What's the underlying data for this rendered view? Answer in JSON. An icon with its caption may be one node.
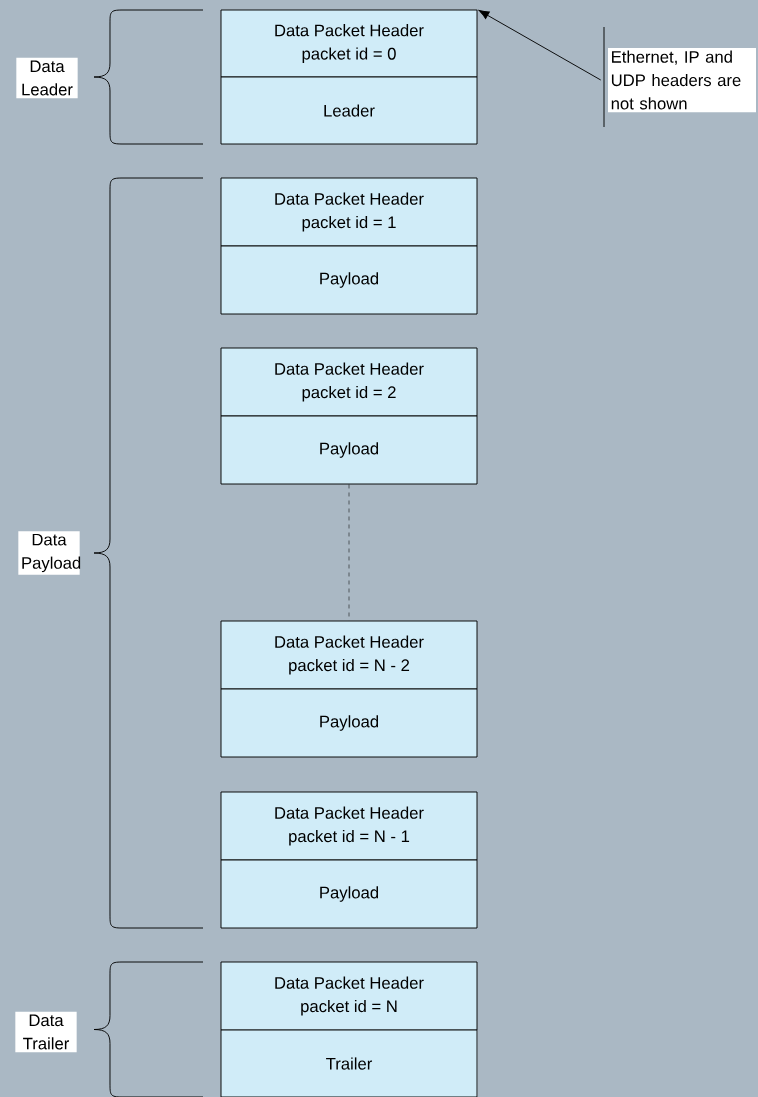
{
  "diagram": {
    "nodes": [
      {
        "text": [
          "Data Packet Header",
          "packet id = 0"
        ]
      },
      {
        "text": [
          "Leader"
        ]
      },
      {
        "text": [
          "Data Packet Header",
          "packet id = 1"
        ]
      },
      {
        "text": [
          "Payload"
        ]
      },
      {
        "text": [
          "Data Packet Header",
          "packet id = 2"
        ]
      },
      {
        "text": [
          "Payload"
        ]
      },
      {
        "text": [
          "Data Packet Header",
          "packet id = N - 2"
        ]
      },
      {
        "text": [
          "Payload"
        ]
      },
      {
        "text": [
          "Data Packet Header",
          "packet id = N - 1"
        ]
      },
      {
        "text": [
          "Payload"
        ]
      },
      {
        "text": [
          "Data Packet Header",
          "packet id = N"
        ]
      },
      {
        "text": [
          "Trailer"
        ]
      },
      {
        "text": [
          "Ethernet, IP and UDP headers are not shown"
        ]
      },
      {
        "text": [
          "Data Leader"
        ]
      },
      {
        "text": [
          "Data Payload"
        ]
      },
      {
        "text": [
          "Data Trailer"
        ]
      }
    ],
    "edges": [
      {
        "from": 12,
        "to": 0,
        "arrow": "to"
      },
      {
        "from": 5,
        "to": 6,
        "arrow": "none",
        "style": "dashed"
      }
    ]
  }
}
